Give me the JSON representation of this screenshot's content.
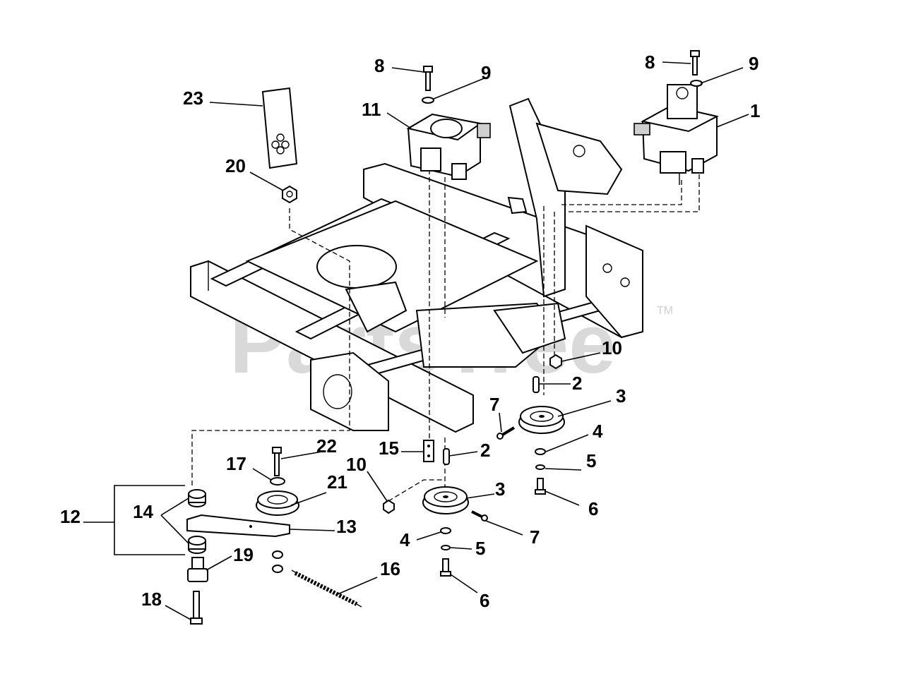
{
  "watermark": {
    "text": "PartsTree",
    "trademark": "TM"
  },
  "callouts": {
    "c1": "1",
    "c2a": "2",
    "c2b": "2",
    "c3a": "3",
    "c3b": "3",
    "c4a": "4",
    "c4b": "4",
    "c5a": "5",
    "c5b": "5",
    "c6a": "6",
    "c6b": "6",
    "c7a": "7",
    "c7b": "7",
    "c8a": "8",
    "c8b": "8",
    "c9a": "9",
    "c9b": "9",
    "c10a": "10",
    "c10b": "10",
    "c11": "11",
    "c12": "12",
    "c13": "13",
    "c14": "14",
    "c15": "15",
    "c16": "16",
    "c17": "17",
    "c18": "18",
    "c19": "19",
    "c20": "20",
    "c21": "21",
    "c22": "22",
    "c23": "23"
  }
}
